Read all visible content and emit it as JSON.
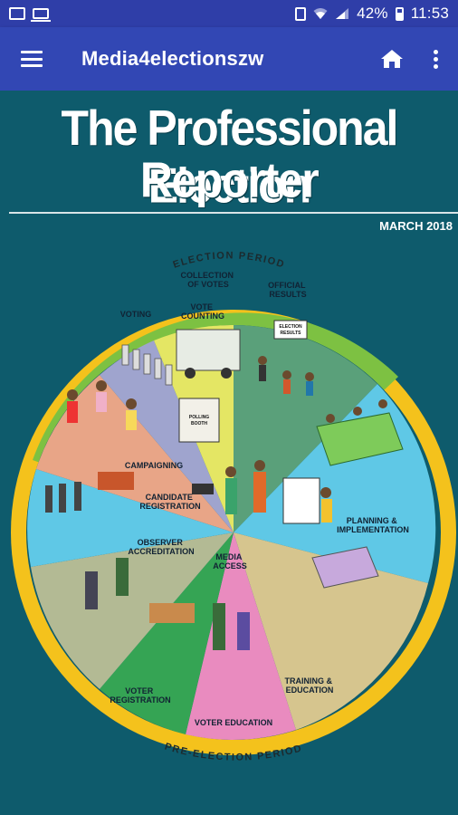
{
  "status_bar": {
    "battery": "42%",
    "time": "11:53"
  },
  "app_bar": {
    "title": "Media4electionszw"
  },
  "poster": {
    "title_line1": "The Professional Election",
    "title_line2": "Reporter",
    "date": "MARCH 2018",
    "ring_top": "ELECTION PERIOD",
    "ring_bottom": "PRE-ELECTION PERIOD",
    "segments": {
      "collection": [
        "COLLECTION",
        "OF VOTES"
      ],
      "vote_counting": [
        "VOTE",
        "COUNTING"
      ],
      "official_results": [
        "OFFICIAL",
        "RESULTS"
      ],
      "planning": [
        "PLANNING &",
        "IMPLEMENTATION"
      ],
      "training": [
        "TRAINING &",
        "EDUCATION"
      ],
      "voter_education": "VOTER EDUCATION",
      "voter_registration": [
        "VOTER",
        "REGISTRATION"
      ],
      "observer": [
        "OBSERVER",
        "ACCREDITATION"
      ],
      "candidate": [
        "CANDIDATE",
        "REGISTRATION"
      ],
      "campaigning": "CAMPAIGNING",
      "voting": "VOTING",
      "media_access": [
        "MEDIA",
        "ACCESS"
      ]
    },
    "sign_election_results": [
      "ELECTION",
      "RESULTS"
    ],
    "sign_polling_booth": [
      "POLLING",
      "BOOTH"
    ]
  },
  "colors": {
    "status_bar": "#2f3ea8",
    "app_bar": "#3247b4",
    "background": "#0e5b6c",
    "ring_green": "#7dc142",
    "ring_yellow": "#f4c21c"
  }
}
